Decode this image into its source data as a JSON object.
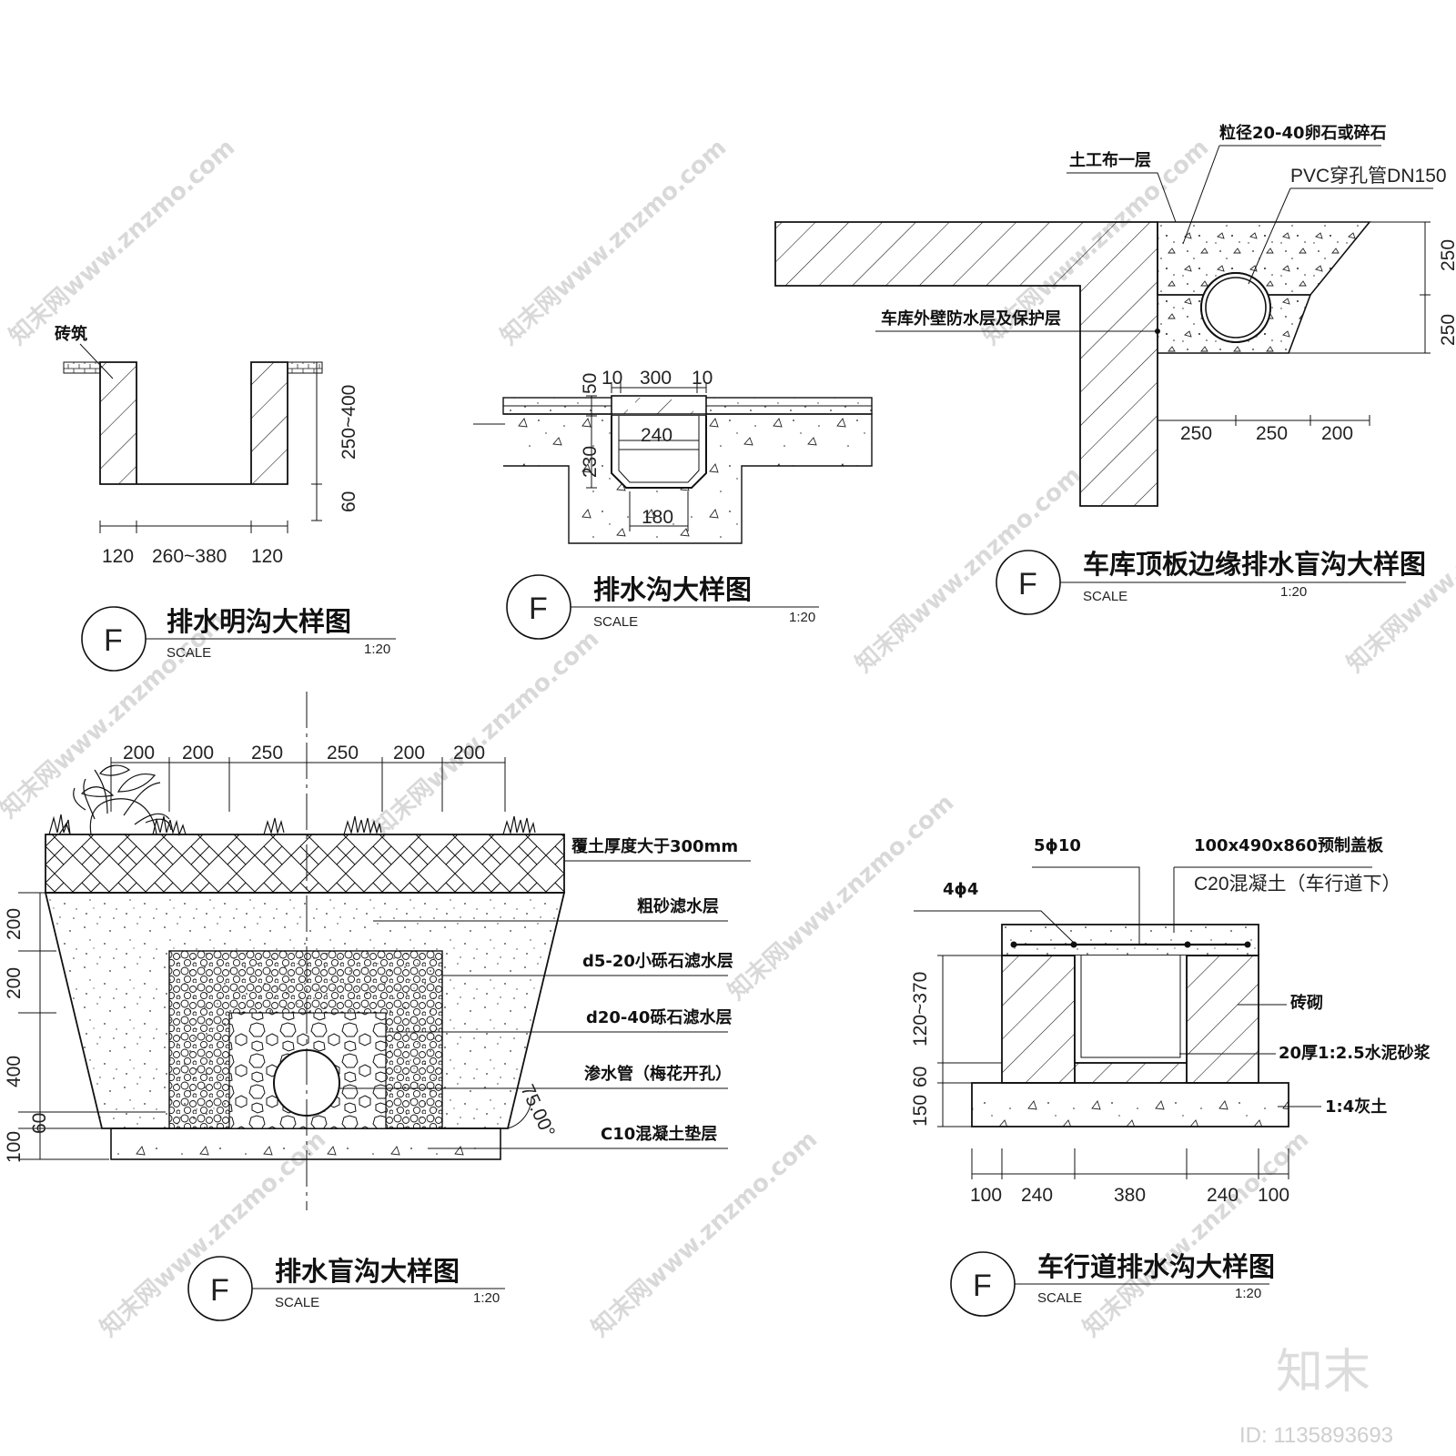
{
  "details": {
    "open_ditch": {
      "title": "排水明沟大样图",
      "mark": "F",
      "scale_label": "SCALE",
      "scale": "1:20",
      "label_brick": "砖筑",
      "dims": {
        "h1": "250~400",
        "h2": "60",
        "w1": "120",
        "w2": "260~380",
        "w3": "120"
      }
    },
    "drain": {
      "title": "排水沟大样图",
      "mark": "F",
      "scale_label": "SCALE",
      "scale": "1:20",
      "dims": {
        "t1": "10",
        "t2": "300",
        "t3": "10",
        "v1": "50",
        "v2": "230",
        "inner": "240",
        "bottom": "180"
      }
    },
    "garage_edge": {
      "title": "车库顶板边缘排水盲沟大样图",
      "mark": "F",
      "scale_label": "SCALE",
      "scale": "1:20",
      "label_geotextile": "土工布一层",
      "label_gravel": "粒径20-40卵石或碎石",
      "label_pipe": "PVC穿孔管DN150",
      "label_waterproof": "车库外壁防水层及保护层",
      "dims": {
        "v1": "250",
        "v2": "250",
        "h1": "250",
        "h2": "250",
        "h3": "200"
      }
    },
    "blind_ditch": {
      "title": "排水盲沟大样图",
      "mark": "F",
      "scale_label": "SCALE",
      "scale": "1:20",
      "top_dims": [
        "200",
        "200",
        "250",
        "250",
        "200",
        "200"
      ],
      "left_dims": [
        "200",
        "200",
        "400",
        "60",
        "100"
      ],
      "angle": "75.00°",
      "labels": [
        "覆土厚度大于300mm",
        "粗砂滤水层",
        "d5-20小砾石滤水层",
        "d20-40砾石滤水层",
        "渗水管（梅花开孔）",
        "C10混凝土垫层"
      ]
    },
    "road_drain": {
      "title": "车行道排水沟大样图",
      "mark": "F",
      "scale_label": "SCALE",
      "scale": "1:20",
      "label_rebar1": "5ϕ10",
      "label_cover": "100x490x860预制盖板",
      "label_rebar2": "4ϕ4",
      "label_concrete": "C20混凝土（车行道下）",
      "label_brick": "砖砌",
      "label_mortar": "20厚1:2.5水泥砂浆",
      "label_lime": "1:4灰土",
      "left_dims": [
        "120~370",
        "60",
        "150"
      ],
      "bottom_dims": [
        "100",
        "240",
        "380",
        "240",
        "100"
      ]
    }
  },
  "watermark": {
    "text": "知末网www.znzmo.com",
    "brand": "知末",
    "image_id": "ID: 1135893693"
  }
}
